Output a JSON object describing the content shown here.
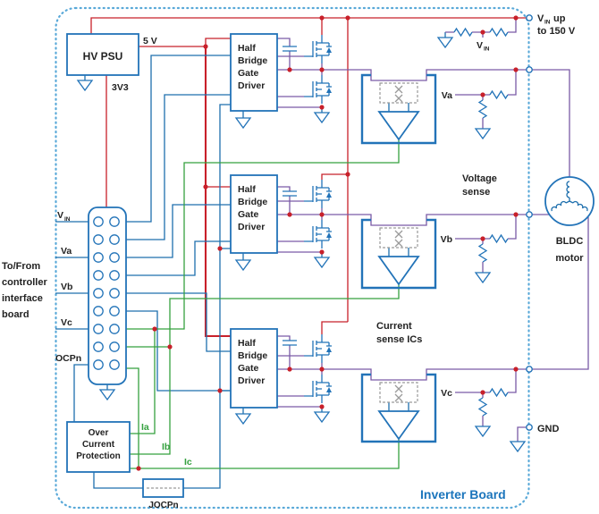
{
  "psu": {
    "title": "HV PSU",
    "rail_5v": "5 V",
    "rail_3v3": "3V3"
  },
  "drivers": {
    "lines": [
      "Half",
      "Bridge",
      "Gate",
      "Driver"
    ]
  },
  "ocp": {
    "lines": [
      "Over",
      "Current",
      "Protection"
    ]
  },
  "jocpn": "JOCPn",
  "sections": {
    "voltage_sense": [
      "Voltage",
      "sense"
    ],
    "current_sense": [
      "Current",
      "sense ICs"
    ]
  },
  "motor": {
    "lines": [
      "BLDC",
      "motor"
    ]
  },
  "terminals": {
    "vin_main": "V",
    "vin_sub": "IN",
    "vin_suffix": "up",
    "vin_line2": "to 150 V",
    "gnd": "GND"
  },
  "dividers": {
    "vin_main": "V",
    "vin_sub": "IN",
    "va": "Va",
    "vb": "Vb",
    "vc": "Vc"
  },
  "connector": {
    "vin_main": "V",
    "vin_sub": "IN",
    "va": "Va",
    "vb": "Vb",
    "vc": "Vc",
    "ocpn": "OCPn"
  },
  "currents": {
    "ia": "Ia",
    "ib": "Ib",
    "ic": "Ic"
  },
  "side_note": [
    "To/From",
    "controller",
    "interface",
    "board"
  ],
  "board_label": "Inverter Board",
  "colors": {
    "wire_blue": "#1e6fad",
    "wire_red": "#c8202a",
    "wire_green": "#35a13f",
    "wire_purple": "#7a5ba6",
    "box_stroke": "#2273b8",
    "border": "#58a8d8",
    "junction_dot": "#c8202a",
    "board_label_blue": "#1b75bc",
    "text": "#222222"
  }
}
